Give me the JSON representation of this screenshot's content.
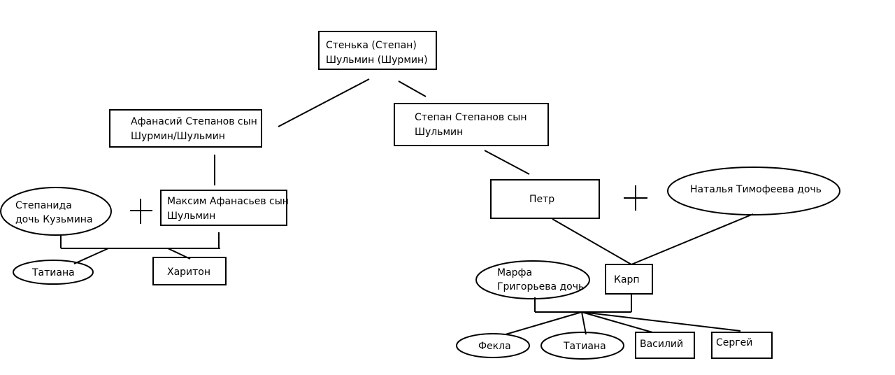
{
  "diagram": {
    "line_color": "#000000",
    "background": "#ffffff",
    "people": {
      "stenka": [
        "Стенька (Степан)",
        "Шульмин (Шурмин)"
      ],
      "afanasiy": [
        "Афанасий Степанов сын",
        "Шурмин/Шульмин"
      ],
      "stepan": [
        "Степан Степанов сын",
        "Шульмин"
      ],
      "maksim": [
        "Максим Афанасьев сын",
        "Шульмин"
      ],
      "stepanida": [
        "Степанида",
        "дочь Кузьмина"
      ],
      "tatiana_left": [
        "Татиана"
      ],
      "khariton": [
        "Харитон"
      ],
      "petr": [
        "Петр"
      ],
      "natalya": [
        "Наталья Тимофеева дочь"
      ],
      "karp": [
        "Карп"
      ],
      "marfa": [
        "Марфа",
        "Григорьева дочь"
      ],
      "fekla": [
        "Фекла"
      ],
      "tatiana_right": [
        "Татиана"
      ],
      "vasiliy": [
        "Василий"
      ],
      "sergey": [
        "Сергей"
      ]
    }
  }
}
